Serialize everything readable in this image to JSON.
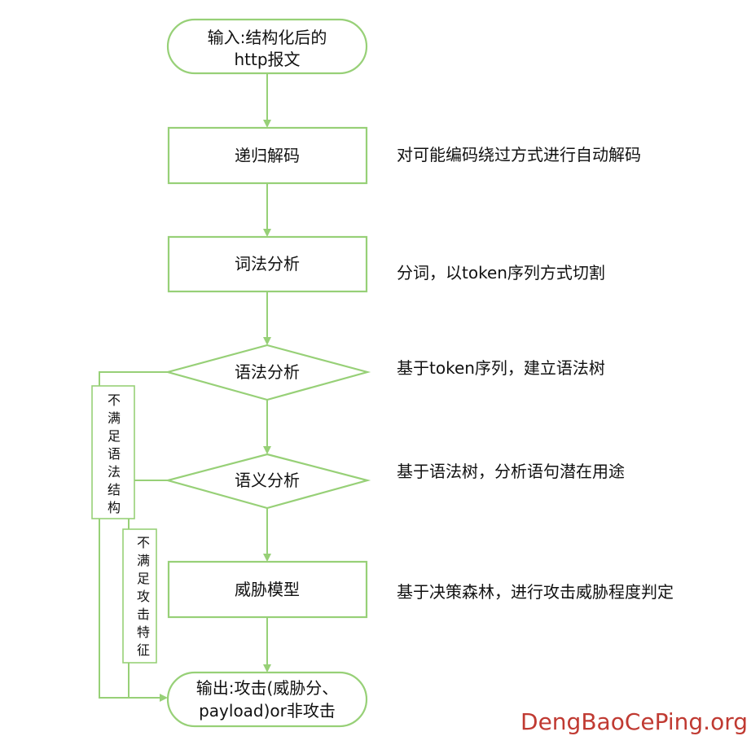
{
  "nodes": {
    "input": {
      "line1": "输入:结构化后的",
      "line2": "http报文"
    },
    "decode": {
      "label": "递归解码"
    },
    "lexical": {
      "label": "词法分析"
    },
    "syntax": {
      "label": "语法分析"
    },
    "semantic": {
      "label": "语义分析"
    },
    "threat": {
      "label": "威胁模型"
    },
    "output": {
      "line1": "输出:攻击(威胁分、",
      "line2": "payload)or非攻击"
    }
  },
  "notes": {
    "decode": "对可能编码绕过方式进行自动解码",
    "lexical": "分词，以token序列方式切割",
    "syntax": "基于token序列，建立语法树",
    "semantic": "基于语法树，分析语句潜在用途",
    "threat": "基于决策森林，进行攻击威胁程度判定"
  },
  "side_labels": {
    "syntax_fail": [
      "不",
      "满",
      "足",
      "语",
      "法",
      "结",
      "构"
    ],
    "attack_fail": [
      "不",
      "满",
      "足",
      "攻",
      "击",
      "特",
      "征"
    ]
  },
  "watermark": "DengBaoCePing.org",
  "colors": {
    "stroke": "#97d077",
    "text": "#111111",
    "watermark": "#c03a32"
  }
}
